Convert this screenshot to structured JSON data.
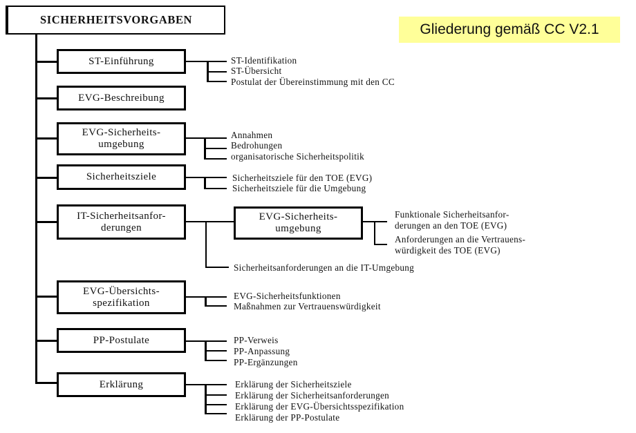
{
  "root": {
    "title": "SICHERHEITSVORGABEN"
  },
  "badge": {
    "label": "Gliederung gemäß CC V2.1",
    "background": "#ffff99"
  },
  "sections": [
    {
      "label": "ST-Einführung",
      "children": [
        "ST-Identifikation",
        "ST-Übersicht",
        "Postulat der Übereinstimmung mit den CC"
      ]
    },
    {
      "label": "EVG-Beschreibung",
      "children": []
    },
    {
      "label": "EVG-Sicherheits-\numgebung",
      "children": [
        "Annahmen",
        "Bedrohungen",
        "organisatorische Sicherheitspolitik"
      ]
    },
    {
      "label": "Sicherheitsziele",
      "children": [
        "Sicherheitsziele für den TOE (EVG)",
        "Sicherheitsziele für die Umgebung"
      ]
    },
    {
      "label": "IT-Sicherheitsanfor-\nderungen",
      "sub_box": {
        "label": "EVG-Sicherheits-\numgebung",
        "children": [
          "Funktionale Sicherheitsanfor-\nderungen an den TOE (EVG)",
          "Anforderungen an die Vertrauens-\nwürdigkeit des TOE (EVG)"
        ]
      },
      "children": [
        "Sicherheitsanforderungen an die IT-Umgebung"
      ]
    },
    {
      "label": "EVG-Übersichts-\nspezifikation",
      "children": [
        "EVG-Sicherheitsfunktionen",
        "Maßnahmen zur Vertrauenswürdigkeit"
      ]
    },
    {
      "label": "PP-Postulate",
      "children": [
        "PP-Verweis",
        "PP-Anpassung",
        "PP-Ergänzungen"
      ]
    },
    {
      "label": "Erklärung",
      "children": [
        "Erklärung der Sicherheitsziele",
        "Erklärung der Sicherheitsanforderungen",
        "Erklärung der EVG-Übersichtsspezifikation",
        "Erklärung der PP-Postulate"
      ]
    }
  ]
}
